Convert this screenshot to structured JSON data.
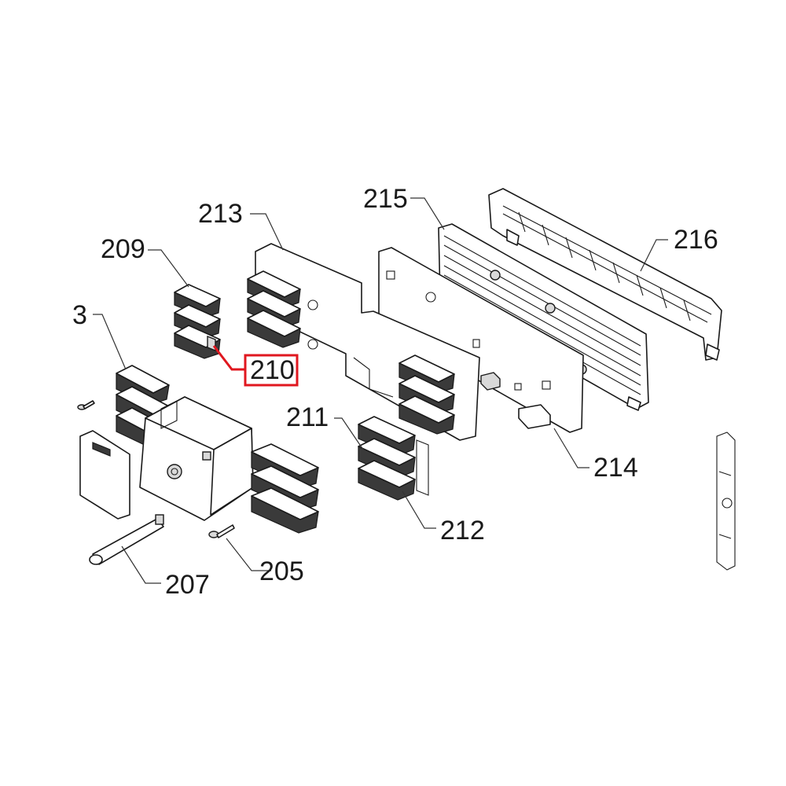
{
  "diagram": {
    "callouts": [
      {
        "id": "209",
        "text": "209"
      },
      {
        "id": "210",
        "text": "210",
        "highlighted": true
      },
      {
        "id": "211",
        "text": "211"
      },
      {
        "id": "212",
        "text": "212"
      },
      {
        "id": "213",
        "text": "213"
      },
      {
        "id": "214",
        "text": "214"
      },
      {
        "id": "215",
        "text": "215"
      },
      {
        "id": "216",
        "text": "216"
      },
      {
        "id": "205",
        "text": "205"
      },
      {
        "id": "207",
        "text": "207"
      },
      {
        "id": "208_partial",
        "text": "3"
      }
    ],
    "highlight_color": "#e0171f"
  }
}
